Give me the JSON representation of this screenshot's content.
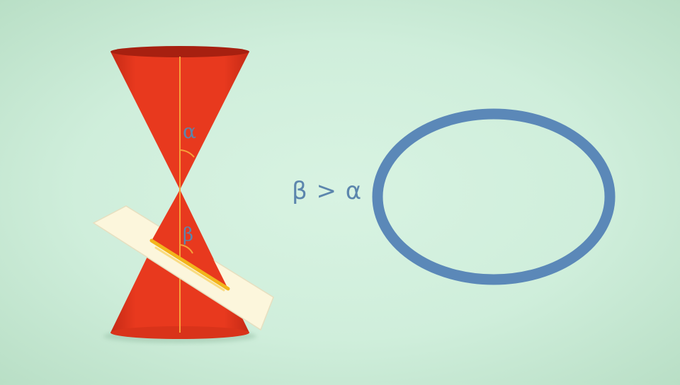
{
  "diagram": {
    "cone_angle_label": "α",
    "plane_angle_label": "β",
    "relation_text": "β > α"
  },
  "colors": {
    "cone_fill": "#e8391e",
    "cone_shade": "#c42a16",
    "cone_rim": "#a72010",
    "axis_line": "#f6a03a",
    "plane_fill": "#fcf6dc",
    "plane_edge": "#e6dfc0",
    "intersection": "#f2b51c",
    "label_blue": "#5c86ad",
    "ellipse_stroke": "#5b88b8"
  }
}
